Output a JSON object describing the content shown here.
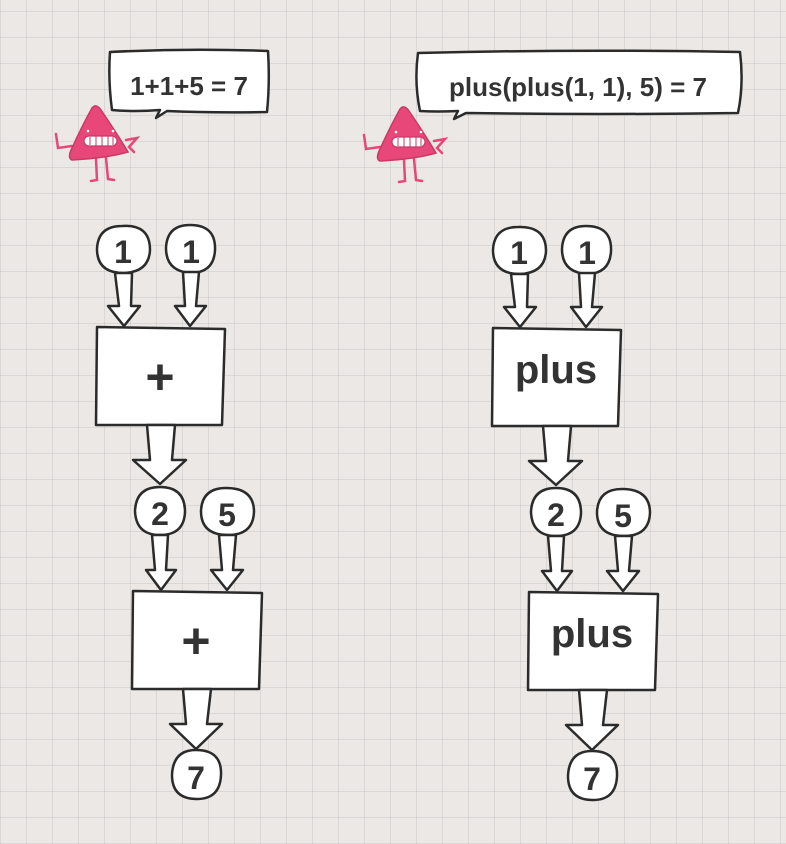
{
  "left": {
    "speech": "1+1+5 = 7",
    "inputs_top": [
      "1",
      "1"
    ],
    "operator_top": "+",
    "intermediate": "2",
    "input_second": "5",
    "operator_bottom": "+",
    "result": "7"
  },
  "right": {
    "speech": "plus(plus(1, 1), 5) = 7",
    "inputs_top": [
      "1",
      "1"
    ],
    "operator_top": "plus",
    "intermediate": "2",
    "input_second": "5",
    "operator_bottom": "plus",
    "result": "7"
  },
  "colors": {
    "mascot": "#e8477a",
    "ink": "#2b2b2b",
    "background": "#ebe8e5"
  },
  "icons": {
    "mascot": "pink-triangle-creature-icon"
  }
}
